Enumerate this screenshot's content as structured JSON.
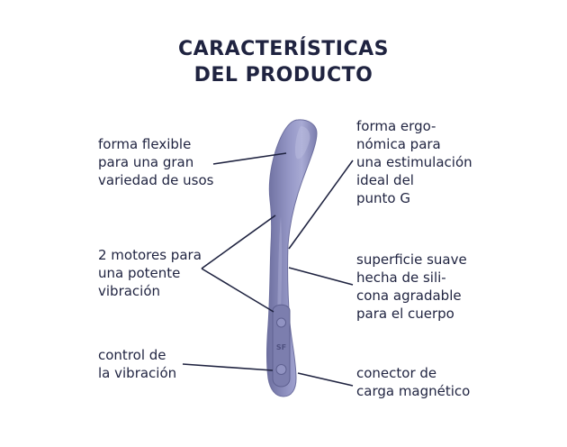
{
  "title": {
    "line1": "CARACTERÍSTICAS",
    "line2": "DEL PRODUCTO"
  },
  "features": {
    "flexible": [
      "forma flexible",
      "para una gran",
      "variedad de usos"
    ],
    "motors": [
      "2 motores para",
      "una potente",
      "vibración"
    ],
    "control": [
      "control de",
      "la vibración"
    ],
    "ergonomic": [
      "forma ergo-",
      "nómica para",
      "una estimulación",
      "ideal del",
      "punto G"
    ],
    "surface": [
      "superficie suave",
      "hecha de sili-",
      "cona agradable",
      "para el cuerpo"
    ],
    "charger": [
      "conector de",
      "carga magnético"
    ]
  },
  "product": {
    "logo_text": "SF",
    "body_color": "#8e90c0",
    "shade_color": "#6d6f9f",
    "highlight_color": "#b3b5db"
  },
  "colors": {
    "text": "#1f2340",
    "lines": "#1f2340"
  }
}
